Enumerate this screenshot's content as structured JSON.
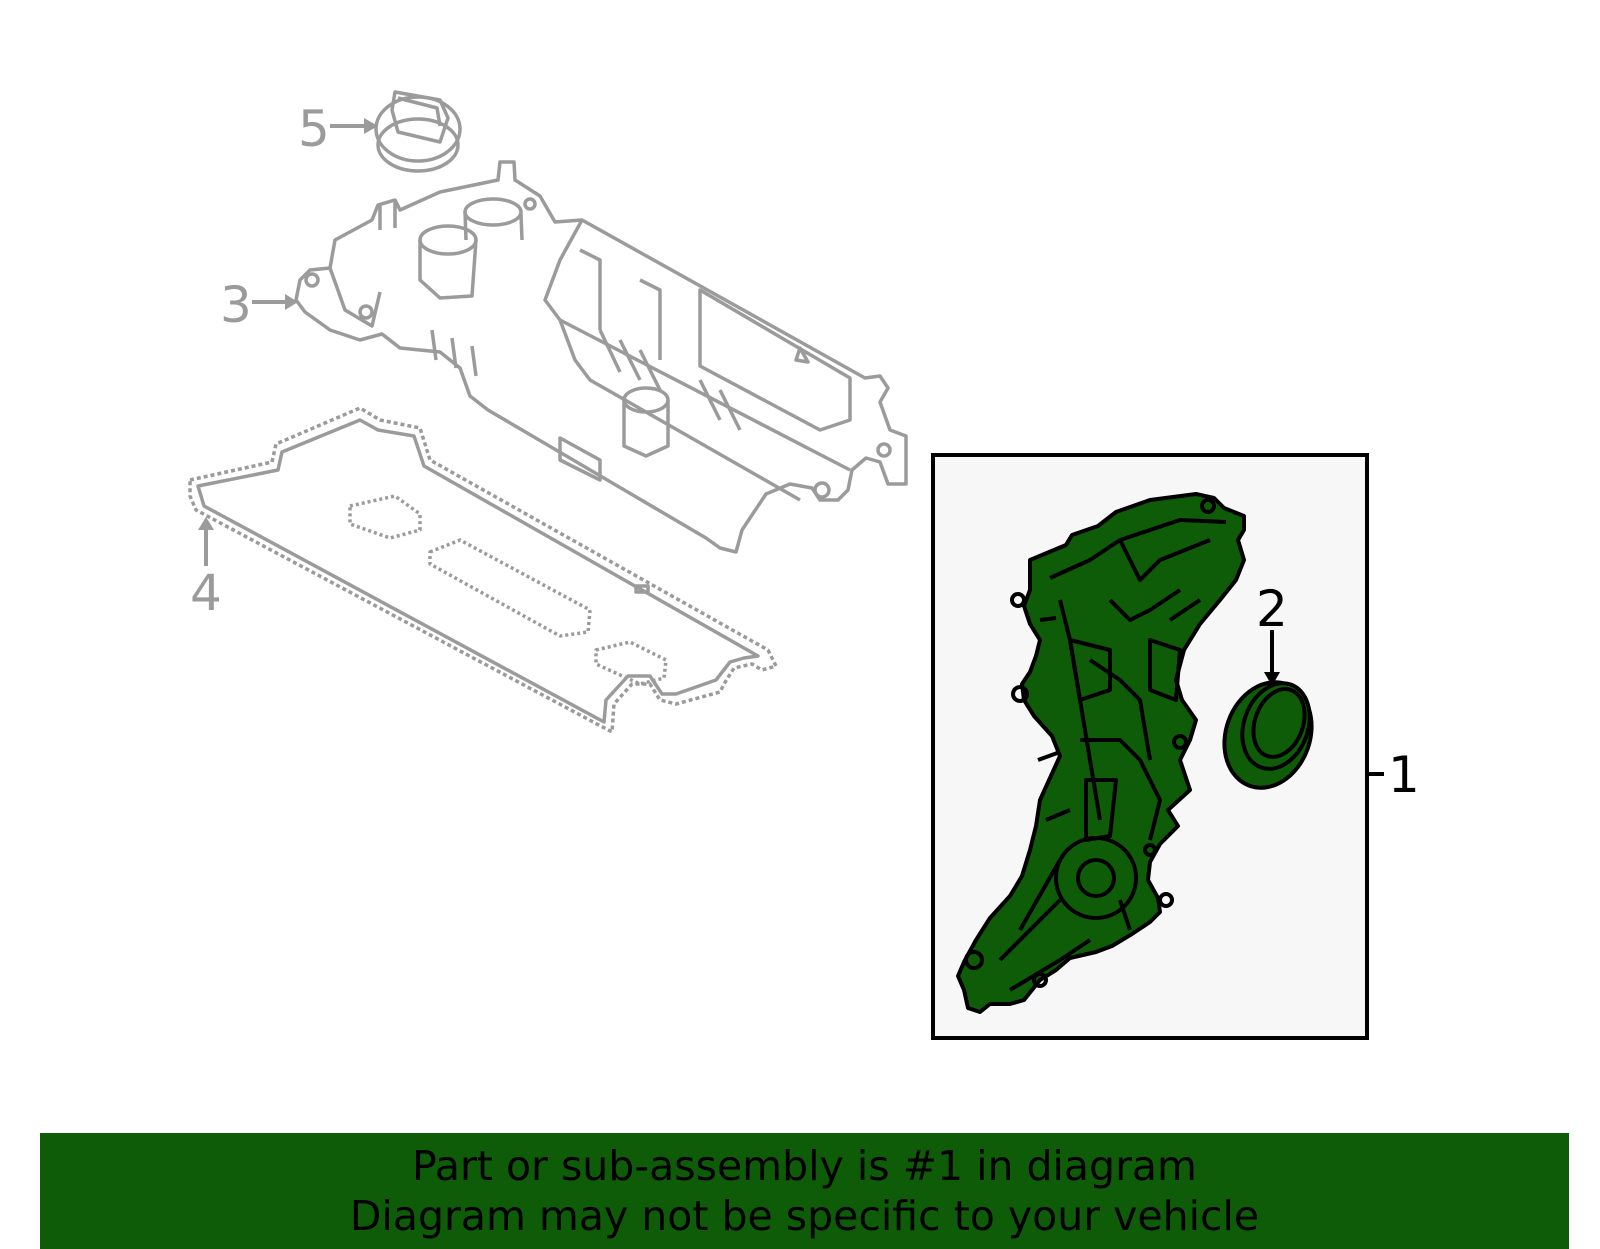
{
  "callouts": {
    "c1": "1",
    "c2": "2",
    "c3": "3",
    "c4": "4",
    "c5": "5"
  },
  "banner": {
    "line1": "Part or sub-assembly is #1 in diagram",
    "line2": "Diagram may not be specific to your vehicle"
  },
  "colors": {
    "highlight": "#0f5c08",
    "ghost": "#9b9b9b",
    "panel_bg": "#f7f7f7"
  },
  "icons": [
    "oil-filler-cap-icon",
    "valve-cover-icon",
    "valve-cover-gasket-icon",
    "timing-cover-icon",
    "crankshaft-seal-icon"
  ]
}
